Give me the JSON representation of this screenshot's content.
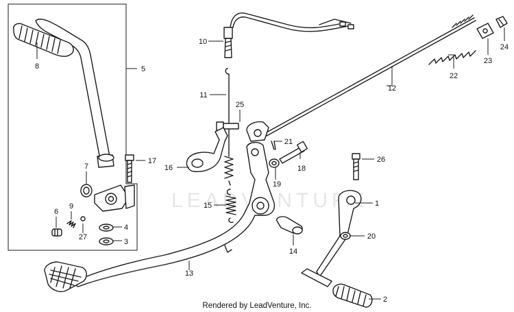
{
  "diagram": {
    "callouts": [
      "1",
      "2",
      "3",
      "4",
      "5",
      "6",
      "7",
      "8",
      "9",
      "10",
      "11",
      "12",
      "13",
      "14",
      "15",
      "16",
      "17",
      "18",
      "19",
      "20",
      "21",
      "22",
      "23",
      "24",
      "25",
      "26",
      "27"
    ],
    "watermark": "LEADVENTURE",
    "credit": "Rendered by LeadVenture, Inc."
  },
  "colors": {
    "line": "#1a1a1a",
    "watermark": "#e6e6e6",
    "background": "#ffffff"
  }
}
